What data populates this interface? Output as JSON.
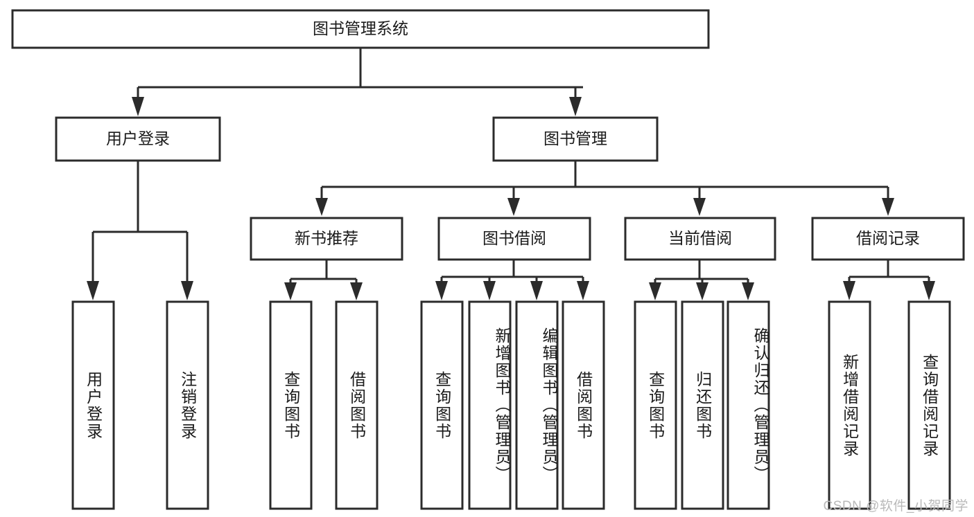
{
  "diagram": {
    "type": "tree-hierarchy",
    "title": "图书管理系统",
    "orientation": "top-down",
    "colors": {
      "box_fill": "#ffffff",
      "box_stroke": "#2b2b2b",
      "connector": "#2b2b2b",
      "text": "#1a1a1a",
      "watermark": "#b9b9b9",
      "background": "#ffffff"
    },
    "root": {
      "label": "图书管理系统"
    },
    "level2": [
      {
        "id": "user-login",
        "label": "用户登录"
      },
      {
        "id": "book-manage",
        "label": "图书管理"
      }
    ],
    "level3": [
      {
        "id": "new-book-recommend",
        "label": "新书推荐",
        "parent": "book-manage"
      },
      {
        "id": "book-borrow",
        "label": "图书借阅",
        "parent": "book-manage"
      },
      {
        "id": "current-borrow",
        "label": "当前借阅",
        "parent": "book-manage"
      },
      {
        "id": "borrow-record",
        "label": "借阅记录",
        "parent": "book-manage"
      }
    ],
    "leaves": [
      {
        "id": "leaf-user-login",
        "label": "用户登录",
        "parent": "user-login"
      },
      {
        "id": "leaf-user-logout",
        "label": "注销登录",
        "parent": "user-login"
      },
      {
        "id": "leaf-query-book-1",
        "label": "查询图书",
        "parent": "new-book-recommend"
      },
      {
        "id": "leaf-borrow-book-1",
        "label": "借阅图书",
        "parent": "new-book-recommend"
      },
      {
        "id": "leaf-query-book-2",
        "label": "查询图书",
        "parent": "book-borrow"
      },
      {
        "id": "leaf-add-book",
        "label": "新增图书（管理员）",
        "parent": "book-borrow"
      },
      {
        "id": "leaf-edit-book",
        "label": "编辑图书（管理员）",
        "parent": "book-borrow"
      },
      {
        "id": "leaf-borrow-book-2",
        "label": "借阅图书",
        "parent": "book-borrow"
      },
      {
        "id": "leaf-query-book-3",
        "label": "查询图书",
        "parent": "current-borrow"
      },
      {
        "id": "leaf-return-book",
        "label": "归还图书",
        "parent": "current-borrow"
      },
      {
        "id": "leaf-confirm-return",
        "label": "确认归还（管理员）",
        "parent": "current-borrow"
      },
      {
        "id": "leaf-add-record",
        "label": "新增借阅记录",
        "parent": "borrow-record"
      },
      {
        "id": "leaf-query-record",
        "label": "查询借阅记录",
        "parent": "borrow-record"
      }
    ]
  },
  "watermark": {
    "text": "CSDN @软件_小贺同学"
  }
}
